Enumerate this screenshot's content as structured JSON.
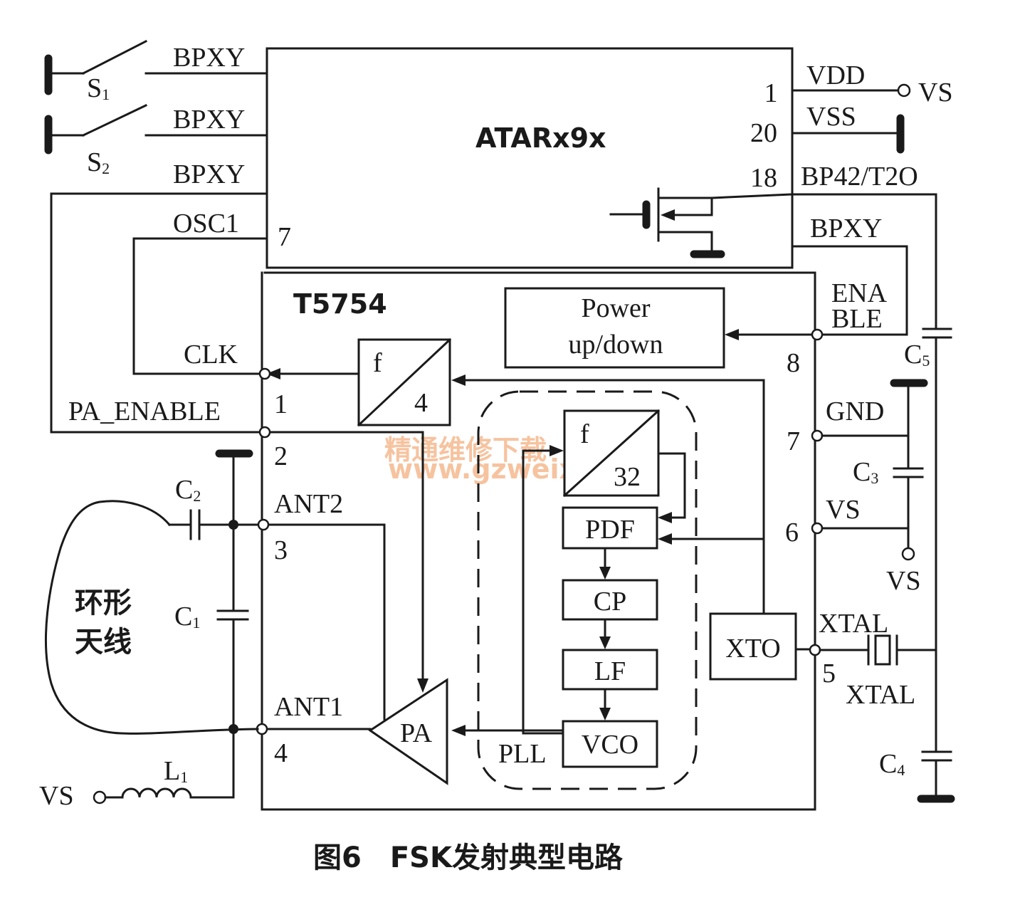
{
  "switches": {
    "s1": "S",
    "s1_sub": "1",
    "s2": "S",
    "s2_sub": "2"
  },
  "mcu": {
    "name": "ATARx9x",
    "left_pins": [
      "BPXY",
      "BPXY",
      "BPXY",
      "OSC1"
    ],
    "osc_pin_num": "7",
    "right_pins": [
      {
        "num": "1",
        "label": "VDD"
      },
      {
        "num": "20",
        "label": "VSS"
      },
      {
        "num": "18",
        "label": "BP42/T2O"
      }
    ],
    "right_bpxy": "BPXY"
  },
  "supply": {
    "vs_top": "VS",
    "vs_right": "VS",
    "vs_bottom": "VS"
  },
  "tx": {
    "name": "T5754",
    "power_line1": "Power",
    "power_line2": "up/down",
    "div4_f": "f",
    "div4_n": "4",
    "div32_f": "f",
    "div32_n": "32",
    "blocks": [
      "PDF",
      "CP",
      "LF",
      "VCO"
    ],
    "pll": "PLL",
    "pa": "PA",
    "xto": "XTO",
    "left_pins": [
      {
        "label": "CLK",
        "num": "1"
      },
      {
        "label": "PA_ENABLE",
        "num": "2"
      },
      {
        "label": "ANT2",
        "num": "3"
      },
      {
        "label": "ANT1",
        "num": "4"
      }
    ],
    "right_pins": [
      {
        "label": "ENA",
        "label2": "BLE",
        "num": "8"
      },
      {
        "label": "GND",
        "num": "7"
      },
      {
        "label": "VS",
        "num": "6"
      },
      {
        "label": "XTAL",
        "num": "5"
      }
    ],
    "xtal_bottom": "XTAL"
  },
  "components": {
    "c1": "C",
    "c1_sub": "1",
    "c2": "C",
    "c2_sub": "2",
    "c3": "C",
    "c3_sub": "3",
    "c4": "C",
    "c4_sub": "4",
    "c5": "C",
    "c5_sub": "5",
    "l1": "L",
    "l1_sub": "1"
  },
  "antenna": {
    "line1": "环形",
    "line2": "天线"
  },
  "watermark": {
    "cn": "精通维修下载",
    "url": "www.gzweix.com"
  },
  "caption": "图6　FSK发射典型电路"
}
